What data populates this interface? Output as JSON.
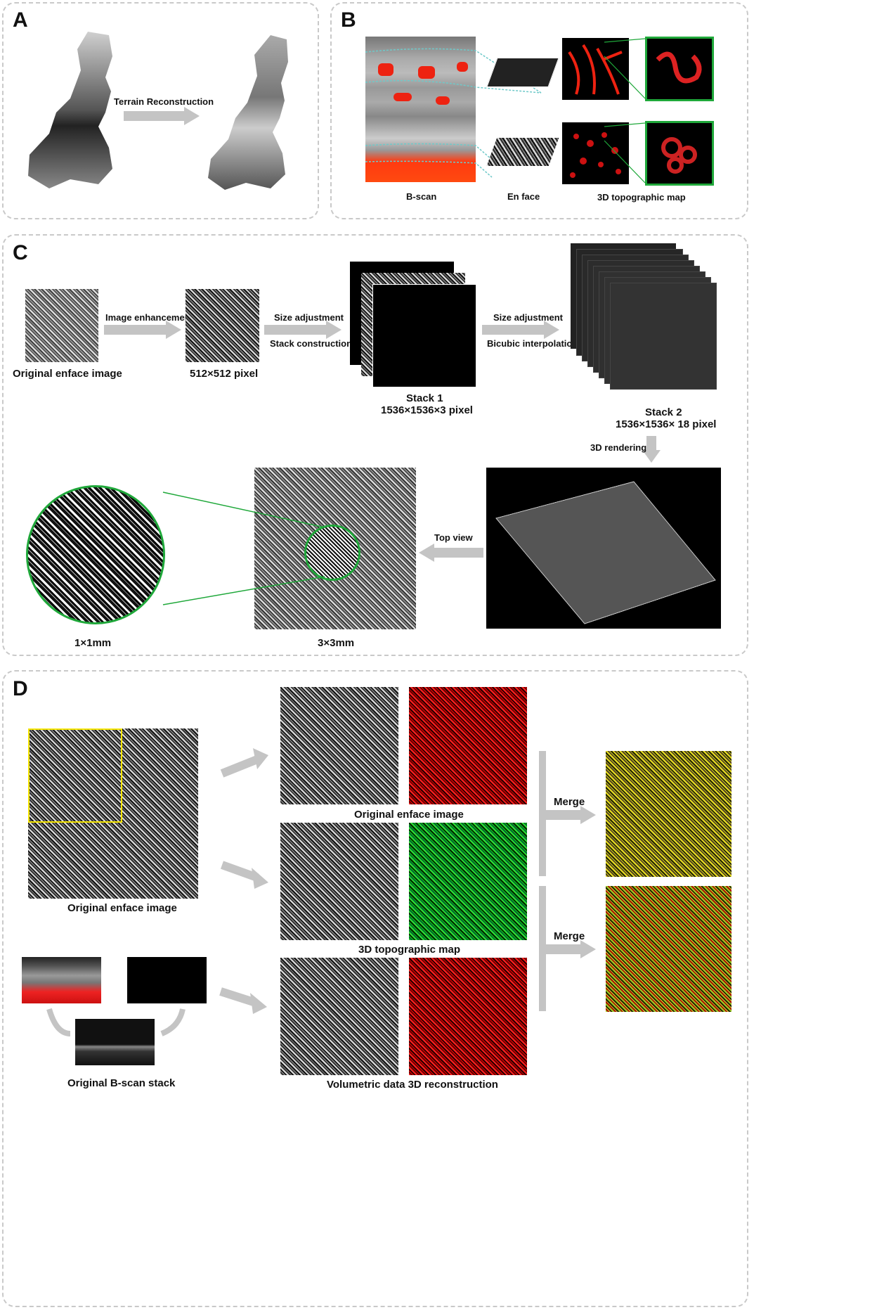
{
  "panels": {
    "a": {
      "letter": "A",
      "arrow_label": "Terrain Reconstruction"
    },
    "b": {
      "letter": "B",
      "labels": [
        "B-scan",
        "En face",
        "3D topographic map"
      ]
    },
    "c": {
      "letter": "C",
      "original": "Original enface image",
      "step1": "Image enhancement",
      "res1": "512×512 pixel",
      "step2a": "Size adjustment",
      "step2b": "Stack construction",
      "stack1_title": "Stack 1",
      "stack1_size": "1536×1536×3 pixel",
      "step3a": "Size adjustment",
      "step3b": "Bicubic interpolation",
      "stack2_title": "Stack 2",
      "stack2_size": "1536×1536× 18 pixel",
      "render": "3D rendering",
      "topview": "Top view",
      "scale_big": "1×1mm",
      "scale_small": "3×3mm"
    },
    "d": {
      "letter": "D",
      "original_enface": "Original enface image",
      "original_bscan": "Original B-scan stack",
      "row1": "Original enface image",
      "row2": "3D topographic map",
      "row3": "Volumetric data 3D reconstruction",
      "merge1": "Merge",
      "merge2": "Merge"
    }
  },
  "colors": {
    "panel_border": "#c9c9c9",
    "arrow_gray": "#c4c4c4",
    "green_highlight": "#1fa83a",
    "yellow_box": "#f4e400",
    "teal_line": "#6ec9c9"
  }
}
